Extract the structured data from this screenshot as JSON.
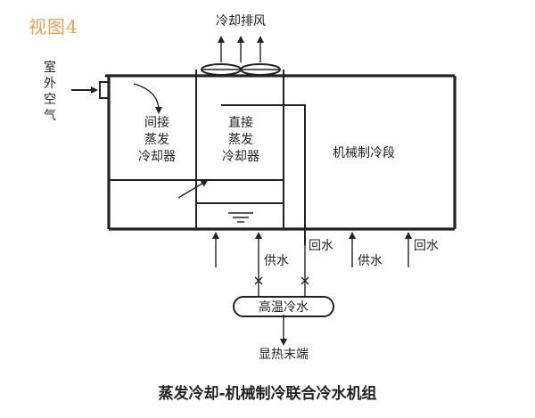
{
  "watermark": "视图4",
  "labels": {
    "exhaust": "冷却排风",
    "outdoor_air": [
      "室",
      "外",
      "空",
      "气"
    ],
    "indirect_evap": [
      "间接",
      "蒸发",
      "冷却器"
    ],
    "direct_evap": [
      "直接",
      "蒸发",
      "冷却器"
    ],
    "mechanical": "机械制冷段",
    "supply_water_1": "供水",
    "return_water_1": "回水",
    "supply_water_2": "供水",
    "return_water_2": "回水",
    "high_temp_chiller": "高温冷水",
    "terminal": "显热末端"
  },
  "caption": "蒸发冷却-机械制冷联合冷水机组",
  "colors": {
    "line": "#222222",
    "watermark": "#e8a25a"
  }
}
